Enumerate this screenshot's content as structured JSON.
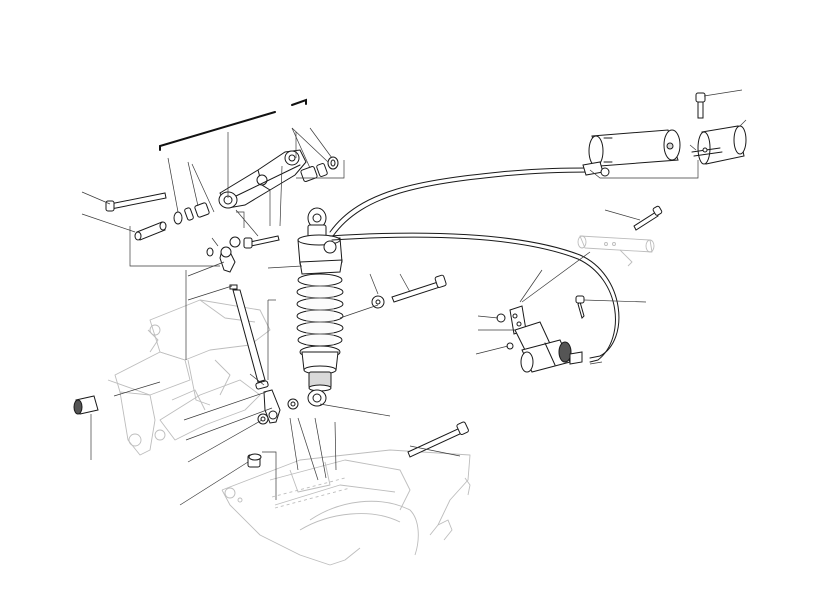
{
  "diagram": {
    "kind": "exploded-parts-drawing",
    "callout_labels": [],
    "parts": [
      {
        "id": "shock-absorber",
        "name": "rear-shock-absorber"
      },
      {
        "id": "remote-reservoir",
        "name": "remote-reservoir"
      },
      {
        "id": "reservoir-clamp",
        "name": "reservoir-clamp"
      },
      {
        "id": "preload-adjuster",
        "name": "hydraulic-preload-adjuster"
      },
      {
        "id": "rocker-arm",
        "name": "rocker-arm"
      },
      {
        "id": "tie-rod",
        "name": "tie-rod"
      },
      {
        "id": "long-bolt-right",
        "name": "long-bolt"
      },
      {
        "id": "long-bolt-bottom",
        "name": "long-bolt"
      },
      {
        "id": "short-bolt-left",
        "name": "bolt"
      },
      {
        "id": "spacer",
        "name": "spacer"
      },
      {
        "id": "bushings",
        "name": "bushings"
      },
      {
        "id": "nuts",
        "name": "nuts"
      },
      {
        "id": "washers",
        "name": "washers"
      },
      {
        "id": "bracket",
        "name": "mounting-bracket"
      },
      {
        "id": "frame-ghost",
        "name": "frame-outline"
      },
      {
        "id": "swingarm-ghost",
        "name": "swingarm-outline"
      }
    ]
  },
  "colors": {
    "ink": "#1a1a1a",
    "ghost": "#bdbdbd",
    "background": "#ffffff"
  }
}
